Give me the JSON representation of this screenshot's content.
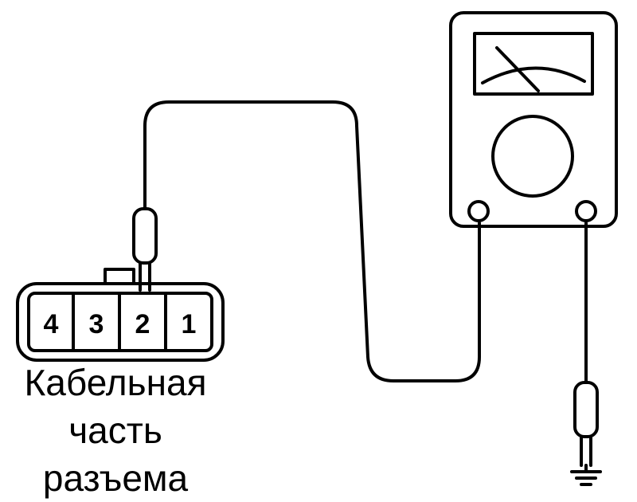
{
  "connector": {
    "pins": [
      "4",
      "3",
      "2",
      "1"
    ]
  },
  "caption": {
    "line1": "Кабельная",
    "line2": "часть",
    "line3": "разъема"
  }
}
